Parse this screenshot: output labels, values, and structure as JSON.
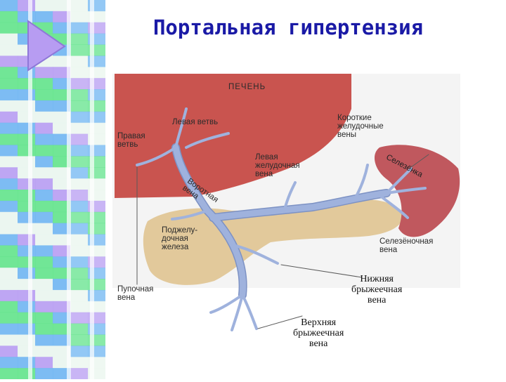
{
  "slide": {
    "title": "Портальная гипертензия"
  },
  "colors": {
    "title": "#1a1aa6",
    "liver": "#c9544f",
    "spleen": "#c0585e",
    "pancreas": "#e2c99b",
    "vein": "#9fb2dd",
    "vein_outline": "#7d92c4",
    "pattern_blue": "#6fb5f2",
    "pattern_green": "#62e38b",
    "pattern_violet": "#b79cf2",
    "pattern_white": "#e9f5ee"
  },
  "diagram": {
    "labels": {
      "liver": "ПЕЧЕНЬ",
      "left_branch": "Левая ветвь",
      "right_branch": [
        "Правая",
        "ветвь"
      ],
      "short_gastric": [
        "Короткие",
        "желудочные",
        "вены"
      ],
      "spleen": "Селезёнка",
      "left_gastric": [
        "Левая",
        "желудочная",
        "вена"
      ],
      "portal_vein": [
        "Воротная",
        "вена"
      ],
      "pancreas": [
        "Поджелу-",
        "дочная",
        "железа"
      ],
      "splenic_vein": [
        "Селезёночная",
        "вена"
      ],
      "umbilical_vein": [
        "Пупочная",
        "вена"
      ],
      "inferior_mesenteric": [
        "Нижняя",
        "брыжеечная",
        "вена"
      ],
      "superior_mesenteric": [
        "Верхняя",
        "брыжеечная",
        "вена"
      ]
    }
  }
}
